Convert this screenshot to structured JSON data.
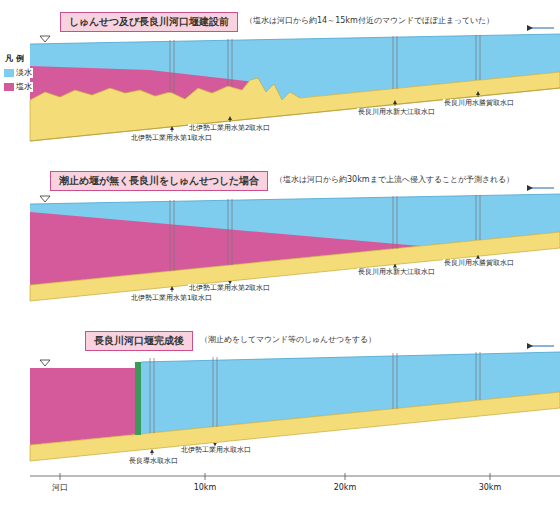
{
  "diagram": {
    "nodes": [
      {
        "text": [
          "しゅんせつ及び長良川河口堰建設前"
        ]
      },
      {
        "text": [
          "潮止め堰が無く長良川をしゅんせつした場合"
        ]
      },
      {
        "text": [
          "長良川河口堰完成後"
        ]
      }
    ],
    "labels": [
      "凡 例",
      "（塩水は河口から約14～15km付近のマウンドでほぼ止まっていた）",
      "北伊勢工業用水第2取水口",
      "北伊勢工業用水第1取水口",
      "長良川用水新大江取水口",
      "長良川用水勝賀取水口",
      "（塩水は河口から約30kmまで上流へ侵入することが予測される）",
      "北伊勢工業用水第2取水口",
      "北伊勢工業用水第1取水口",
      "長良川用水新大江取水口",
      "長良川用水勝賀取水口",
      "（潮止めをしてマウンド等のしゅんせつをする）",
      "北伊勢工業用水取水口",
      "長良導水取水口",
      "河口",
      "10km",
      "20km",
      "30km"
    ],
    "legend": [
      {
        "text": "淡水",
        "color": "#7fcdee"
      },
      {
        "text": "塩水",
        "color": "#d55a9c"
      }
    ]
  }
}
